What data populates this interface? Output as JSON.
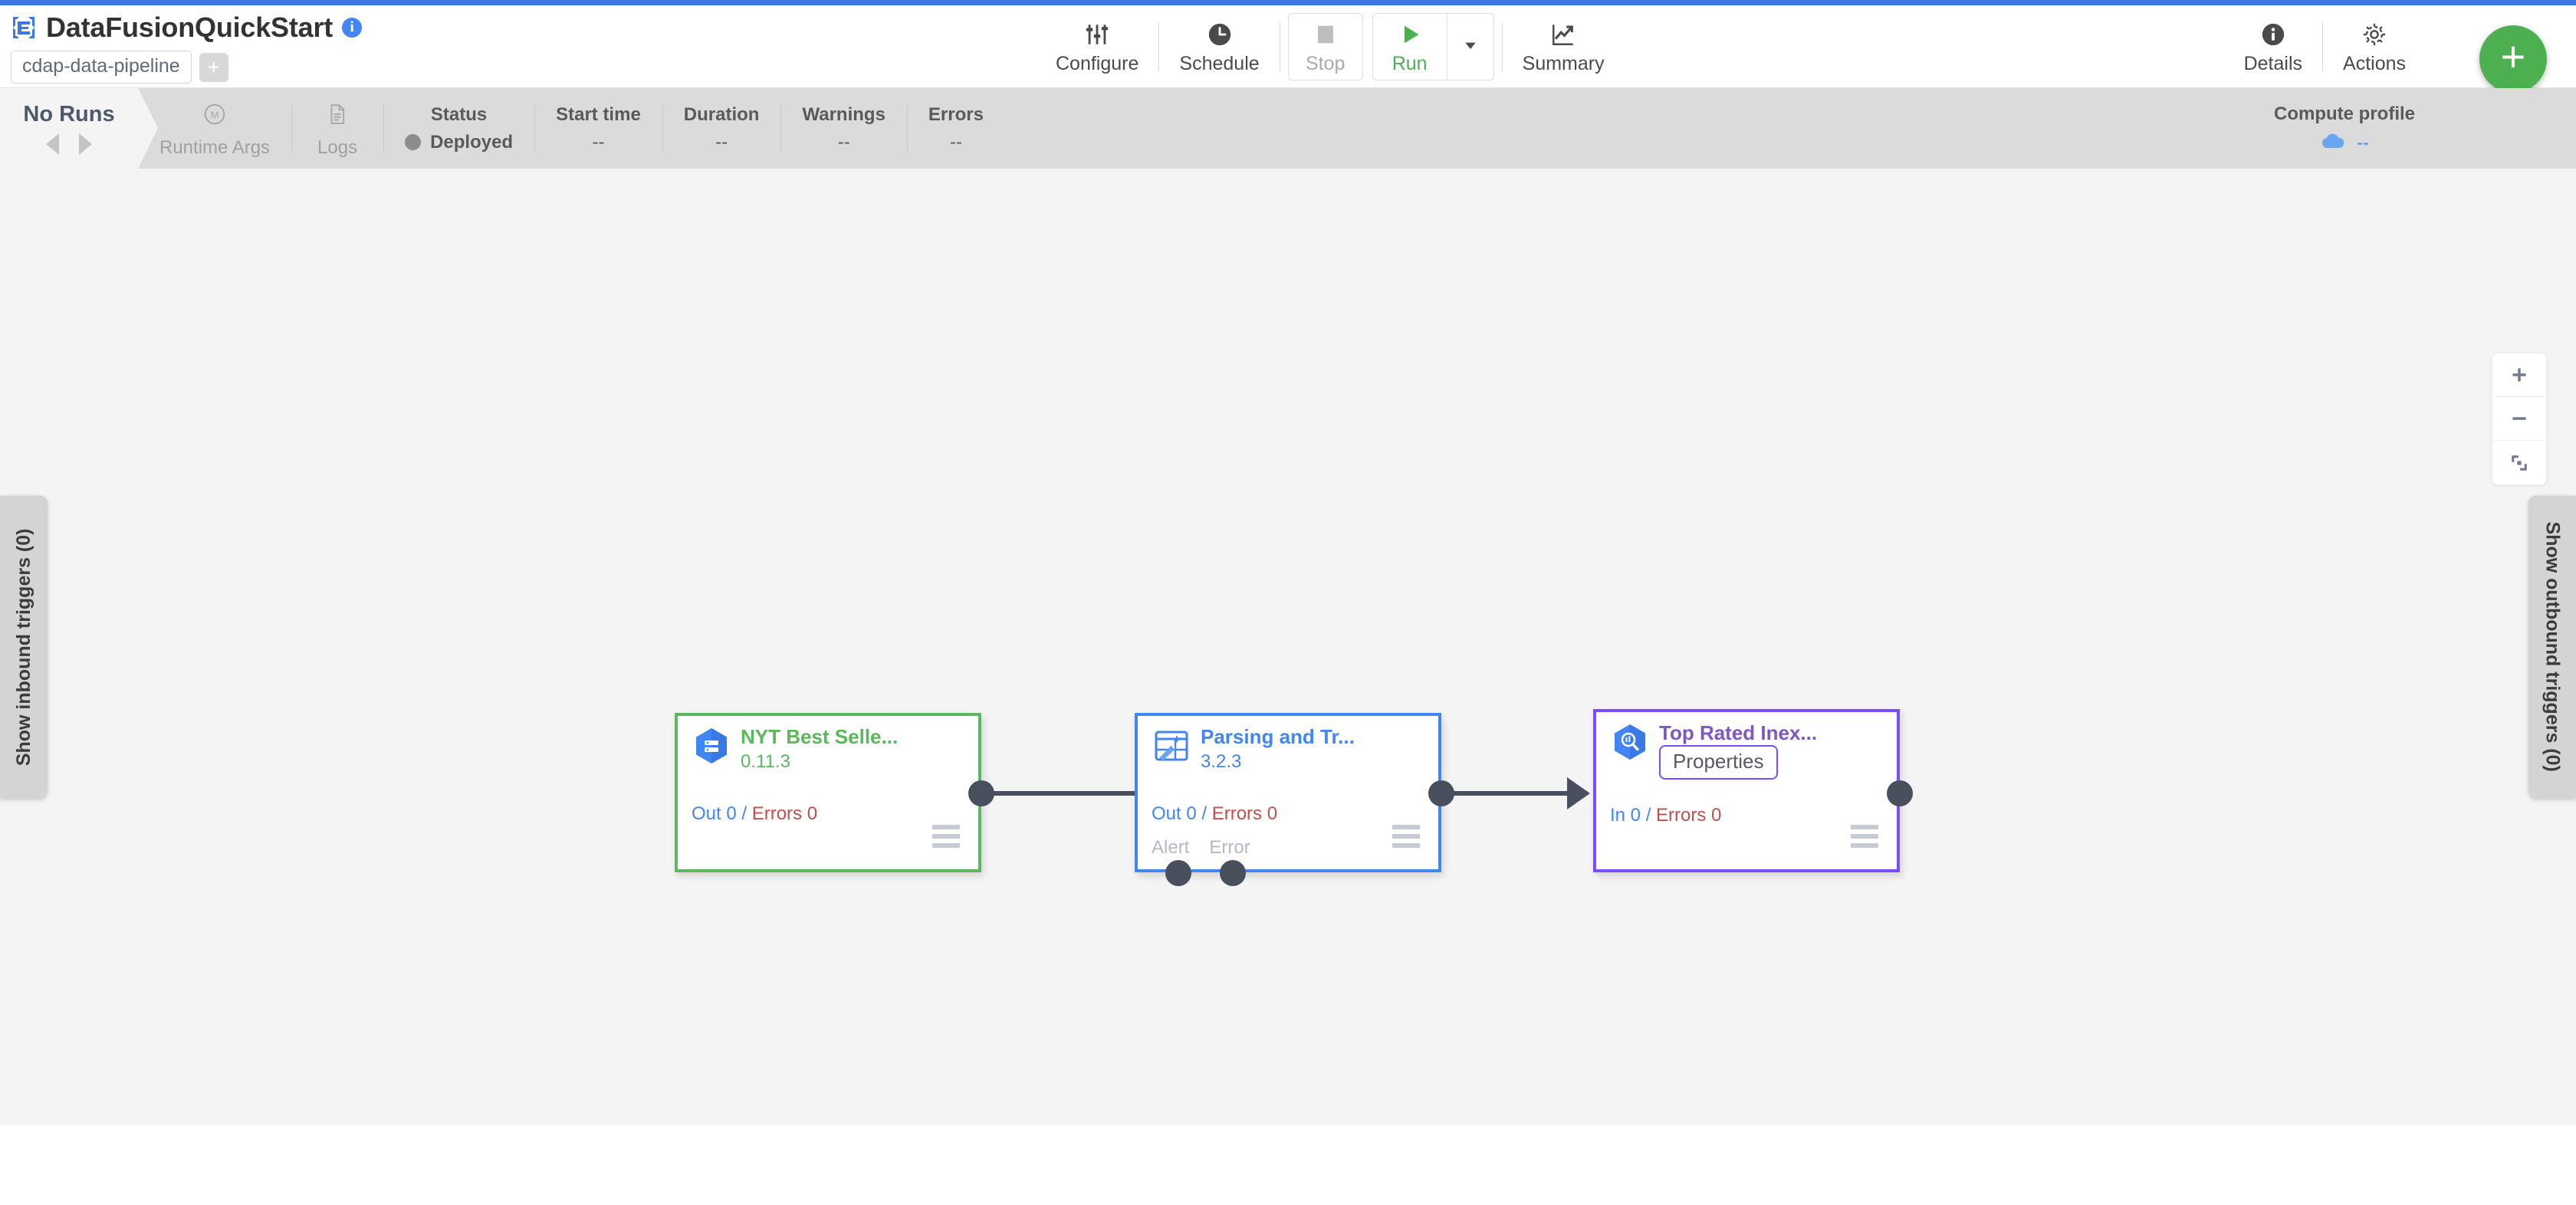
{
  "header": {
    "logo_icon": "cdap-logo-icon",
    "title": "DataFusionQuickStart",
    "info_icon": "info-icon",
    "type_badge": "cdap-data-pipeline",
    "add_badge": "+",
    "toolbar": [
      {
        "label": "Configure",
        "icon": "sliders-icon",
        "interactable": true
      },
      {
        "label": "Schedule",
        "icon": "clock-icon",
        "interactable": true
      },
      {
        "label": "Stop",
        "icon": "stop-square-icon",
        "interactable": false
      },
      {
        "label": "Run",
        "icon": "play-triangle-icon",
        "interactable": true
      },
      {
        "label": "Summary",
        "icon": "line-chart-icon",
        "interactable": true
      }
    ],
    "run_caret_icon": "caret-down-icon",
    "right_actions": [
      {
        "label": "Details",
        "icon": "info-circle-icon"
      },
      {
        "label": "Actions",
        "icon": "gear-icon"
      }
    ],
    "fab_label": "+",
    "fab_icon": "plus-icon",
    "accent_color": "#3b78e7",
    "run_color": "#4caf50"
  },
  "statusbar": {
    "runs_title": "No Runs",
    "prev_icon": "caret-left-icon",
    "next_icon": "caret-right-icon",
    "runtime_args": {
      "label": "Runtime Args",
      "icon": "macro-m-icon"
    },
    "logs": {
      "label": "Logs",
      "icon": "document-icon"
    },
    "metrics": [
      {
        "head": "Status",
        "value": "Deployed",
        "dot": true
      },
      {
        "head": "Start time",
        "value": "--"
      },
      {
        "head": "Duration",
        "value": "--"
      },
      {
        "head": "Warnings",
        "value": "--"
      },
      {
        "head": "Errors",
        "value": "--"
      }
    ],
    "compute_profile": {
      "head": "Compute profile",
      "value": "--",
      "icon": "cloud-icon"
    }
  },
  "canvas": {
    "inbound_triggers": "Show inbound triggers (0)",
    "outbound_triggers": "Show outbound triggers (0)",
    "zoom_controls": [
      {
        "name": "zoom-in",
        "icon": "plus-icon"
      },
      {
        "name": "zoom-out",
        "icon": "minus-icon"
      },
      {
        "name": "fit-to-screen",
        "icon": "fit-screen-icon"
      }
    ],
    "nodes": [
      {
        "id": "source",
        "name": "NYT Best Selle...",
        "version": "0.11.3",
        "icon": "bigquery-source-icon",
        "metrics_in_label": "Out 0",
        "metrics_err_label": "Errors 0",
        "border_color": "#5cb85c",
        "menu_icon": "hamburger-icon"
      },
      {
        "id": "transform",
        "name": "Parsing and Tr...",
        "version": "3.2.3",
        "icon": "wrangler-icon",
        "metrics_in_label": "Out 0",
        "metrics_err_label": "Errors 0",
        "port_alert": "Alert",
        "port_error": "Error",
        "border_color": "#4285f4",
        "menu_icon": "hamburger-icon"
      },
      {
        "id": "sink",
        "name": "Top Rated Inex...",
        "version": "",
        "properties_button": "Properties",
        "icon": "bigquery-sink-icon",
        "metrics_in_label": "In 0",
        "metrics_err_label": "Errors 0",
        "border_color": "#7c4dff",
        "menu_icon": "hamburger-icon"
      }
    ]
  }
}
